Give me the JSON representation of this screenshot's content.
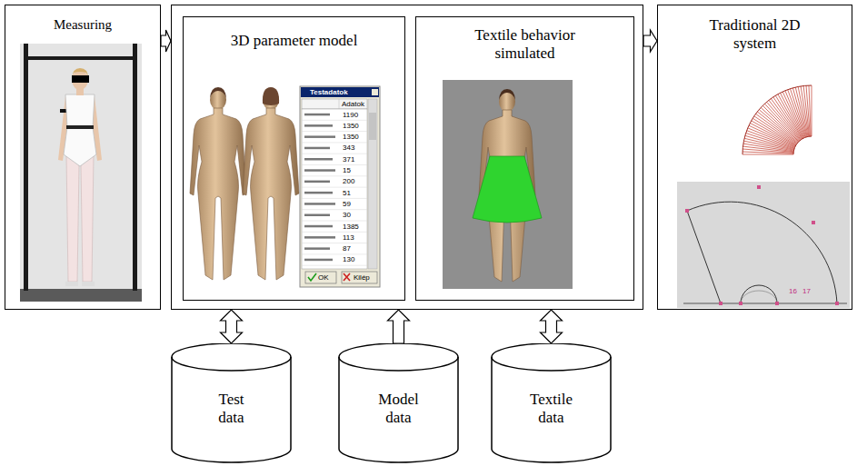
{
  "diagram": {
    "nodes": [
      {
        "text": [
          "Measuring"
        ]
      },
      {
        "text": []
      },
      {
        "text": [
          "3D parameter model"
        ],
        "in": 1
      },
      {
        "text": [
          "Textile behavior simulated"
        ],
        "in": 1
      },
      {
        "text": [
          "Traditional 2D system"
        ]
      },
      {
        "text": [
          "Test data"
        ]
      },
      {
        "text": [
          "Model data"
        ]
      },
      {
        "text": [
          "Textile data"
        ]
      }
    ],
    "edges": [
      {
        "from": 0,
        "to": 1,
        "arrow": "to"
      },
      {
        "from": 1,
        "to": 4,
        "arrow": "to"
      },
      {
        "from": 5,
        "to": 1,
        "arrow": "both"
      },
      {
        "from": 6,
        "to": 1,
        "arrow": "to"
      },
      {
        "from": 7,
        "to": 1,
        "arrow": "both"
      }
    ],
    "labels": [
      "Testadatok",
      "Adatok",
      "1190",
      "1350",
      "1350",
      "343",
      "371",
      "15",
      "200",
      "51",
      "59",
      "30",
      "1385",
      "113",
      "87",
      "130",
      "OK",
      "Kilép",
      "16",
      "17"
    ]
  }
}
